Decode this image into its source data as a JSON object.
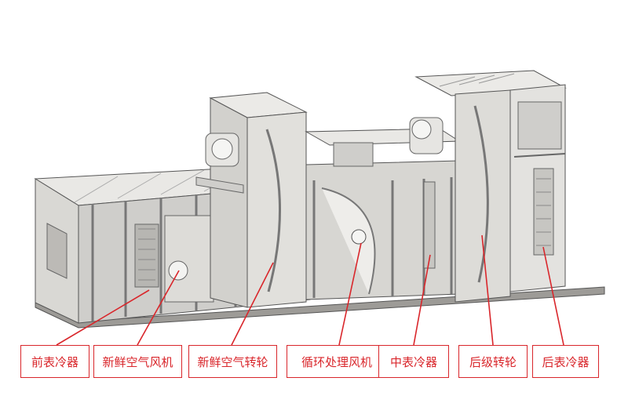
{
  "colors": {
    "accent": "#d9262b",
    "panel": "#e4e3e0",
    "panel_dark": "#bfbebb",
    "frame": "#9a9894",
    "edge": "#4a4a4a"
  },
  "labels": {
    "front_cooler": "前表冷器",
    "fresh_air_fan": "新鲜空气风机",
    "fresh_air_wheel": "新鲜空气转轮",
    "recirc_fan": "循环处理风机",
    "middle_cooler": "中表冷器",
    "rear_wheel": "后级转轮",
    "rear_cooler": "后表冷器"
  }
}
